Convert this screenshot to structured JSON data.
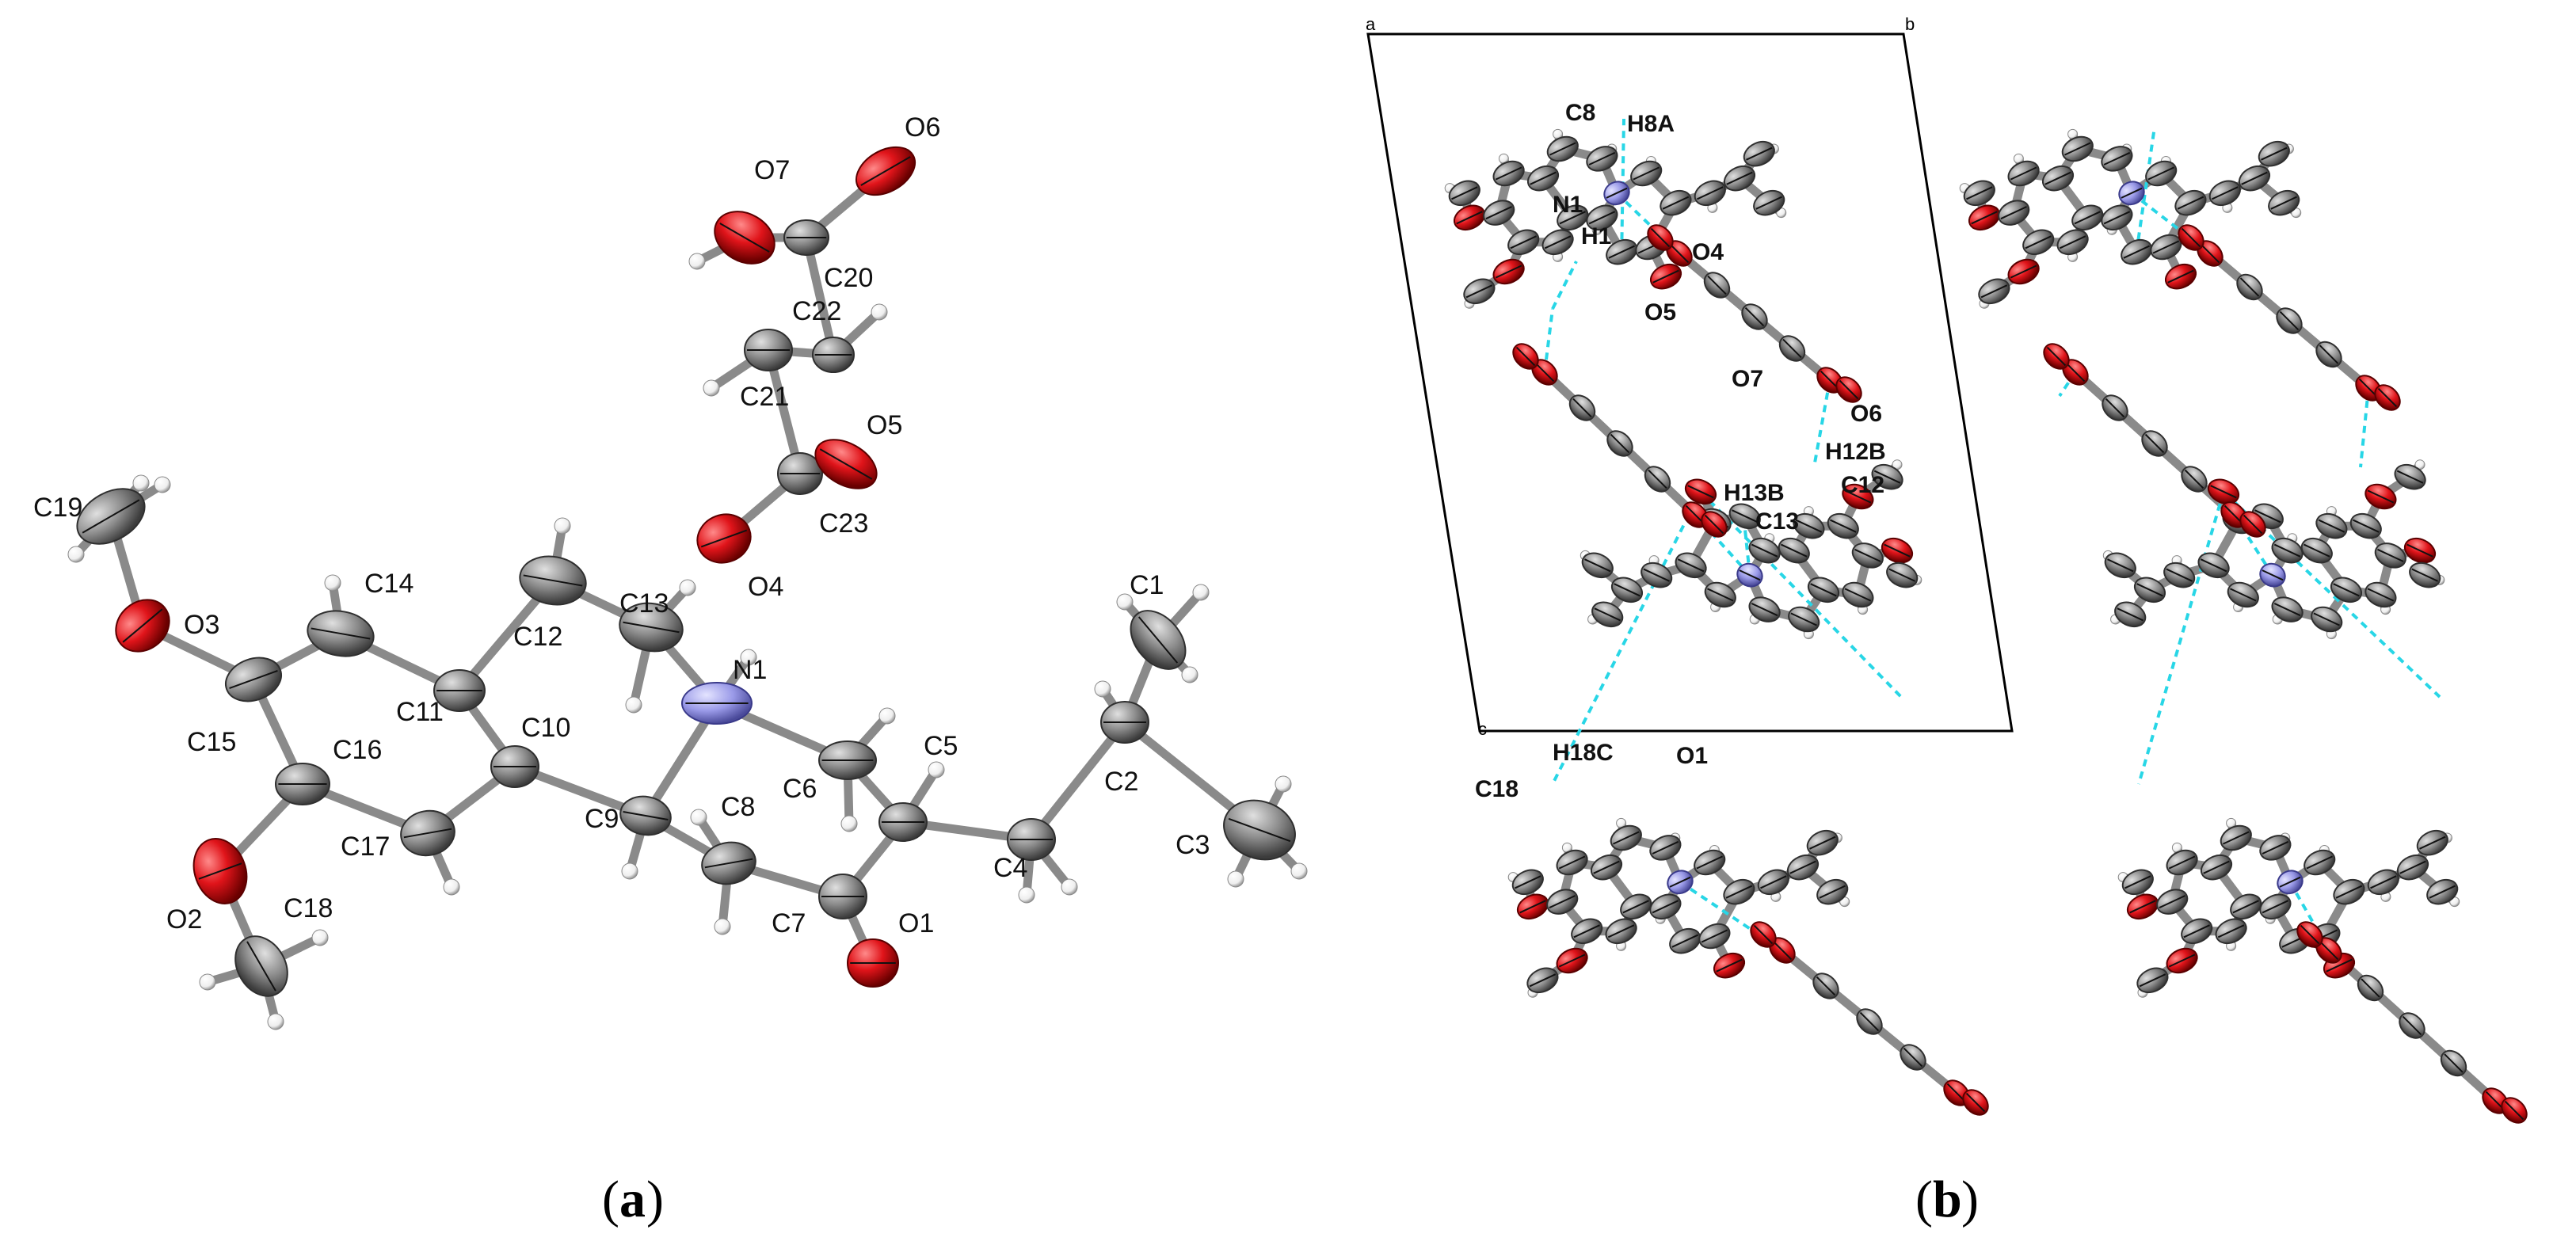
{
  "panel_a": {
    "caption_open": "(",
    "caption_letter": "a",
    "caption_close": ")",
    "atom_labels": [
      "C19",
      "O3",
      "C14",
      "C15",
      "C16",
      "C17",
      "O2",
      "C18",
      "C11",
      "C12",
      "C10",
      "C13",
      "N1",
      "C9",
      "C8",
      "C6",
      "C5",
      "C7",
      "O1",
      "C4",
      "C2",
      "C1",
      "C3",
      "O7",
      "O6",
      "C20",
      "C22",
      "C21",
      "O5",
      "C23",
      "O4"
    ]
  },
  "panel_b": {
    "caption_open": "(",
    "caption_letter": "b",
    "caption_close": ")",
    "cell_axes": [
      "a",
      "b",
      "c"
    ],
    "atom_labels": [
      "C8",
      "H8A",
      "N1",
      "H1",
      "O4",
      "O5",
      "O7",
      "O6",
      "H12B",
      "C12",
      "H13B",
      "C13",
      "H18C",
      "O1",
      "C18"
    ]
  },
  "colors": {
    "carbon": "#8a8a8a",
    "oxygen": "#e0141a",
    "nitrogen": "#9a9ae8",
    "hydrogen": "#f2f2f2",
    "hydrogen_bond": "#28d6e6",
    "cell_edge": "#000000"
  }
}
